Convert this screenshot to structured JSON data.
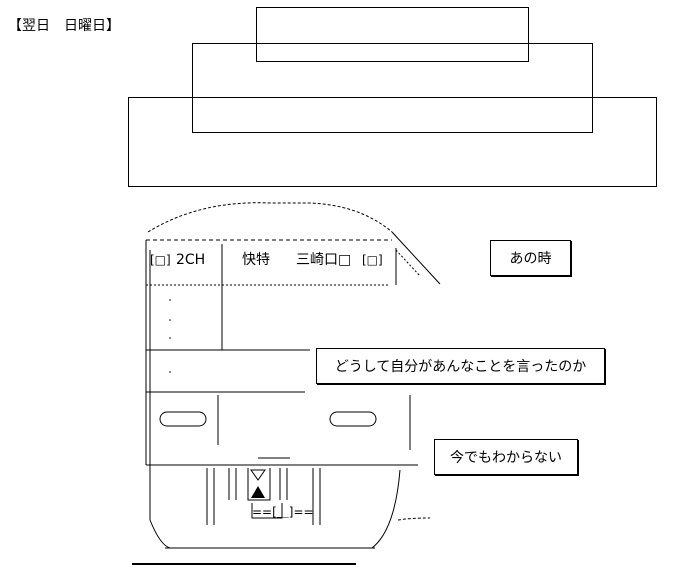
{
  "header": {
    "date_label": "【翌日　日曜日】"
  },
  "train": {
    "line_label": "2CH",
    "service_label": "快特",
    "destination_label": "三崎口"
  },
  "captions": {
    "caption_1": "あの時",
    "caption_2": "どうして自分があんなことを言ったのか",
    "caption_3": "今でもわからない"
  }
}
